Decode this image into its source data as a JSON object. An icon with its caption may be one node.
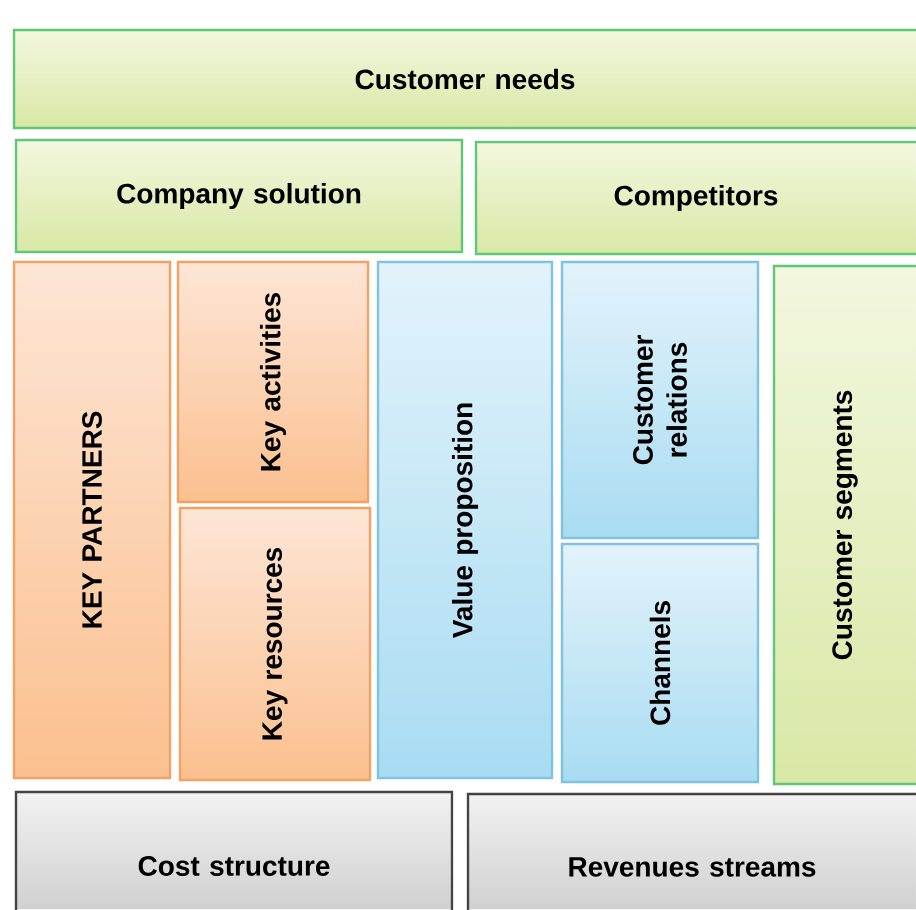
{
  "diagram": {
    "nodes": [
      {
        "text": [
          "Customer needs"
        ]
      },
      {
        "text": [
          "Company solution"
        ]
      },
      {
        "text": [
          "Competitors"
        ]
      },
      {
        "text": [
          "KEY PARTNERS"
        ]
      },
      {
        "text": [
          "Key activities"
        ]
      },
      {
        "text": [
          "Key resources"
        ]
      },
      {
        "text": [
          "Value proposition"
        ]
      },
      {
        "text": [
          "Customer relations"
        ]
      },
      {
        "text": [
          "Channels"
        ]
      },
      {
        "text": [
          "Customer segments"
        ]
      },
      {
        "text": [
          "Cost structure"
        ]
      },
      {
        "text": [
          "Revenues streams"
        ]
      }
    ]
  }
}
